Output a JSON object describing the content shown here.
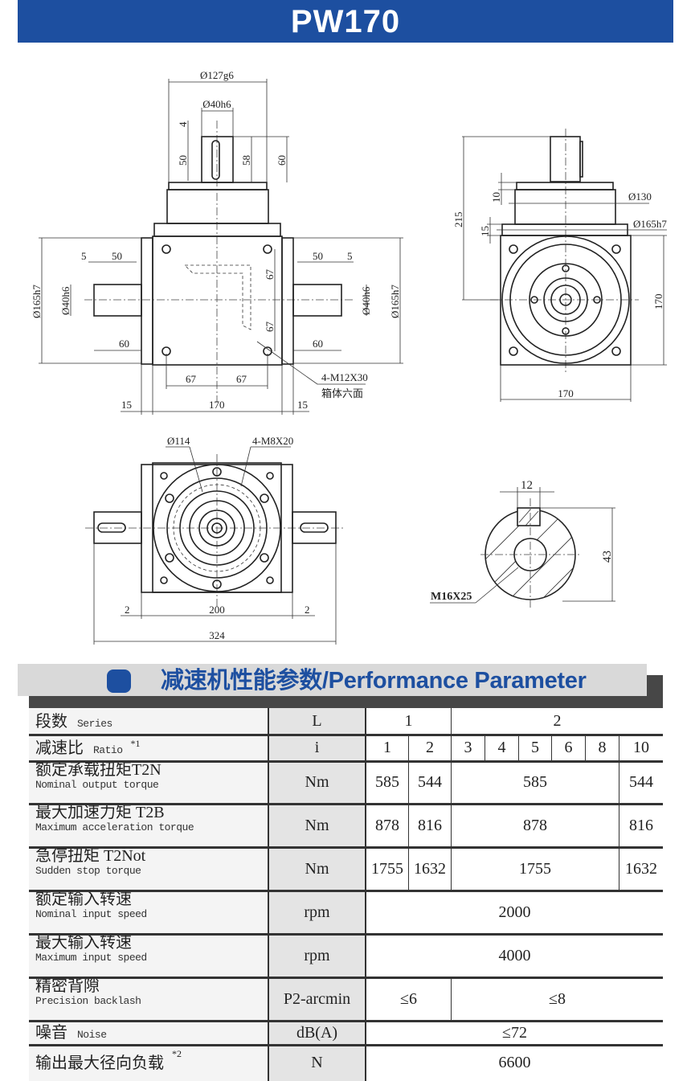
{
  "title": "PW170",
  "drawings": {
    "front": {
      "d_flange": "Ø127g6",
      "d_shaft_top": "Ø40h6",
      "key_offset": "4",
      "key_len": "50",
      "shaft_58": "58",
      "shaft_60": "60",
      "left_5": "5",
      "left_50": "50",
      "left_d_shaft": "Ø40h6",
      "left_d_flange": "Ø165h7",
      "left_60": "60",
      "right_50": "50",
      "right_5": "5",
      "right_d_shaft": "Ø40h6",
      "right_d_flange": "Ø165h7",
      "right_60": "60",
      "v67a": "67",
      "v67b": "67",
      "h67a": "67",
      "h67b": "67",
      "bolt_note": "4-M12X30",
      "bolt_note2": "箱体六面",
      "w15a": "15",
      "w170": "170",
      "w15b": "15"
    },
    "side": {
      "h215": "215",
      "h10": "10",
      "d130": "Ø130",
      "h15": "15",
      "d165": "Ø165h7",
      "v170": "170",
      "w170": "170"
    },
    "bottom": {
      "d114": "Ø114",
      "thread": "4-M8X20",
      "g2a": "2",
      "w200": "200",
      "g2b": "2",
      "w324": "324"
    },
    "section": {
      "key_w": "12",
      "h43": "43",
      "thread": "M16X25"
    }
  },
  "section_header": "减速机性能参数/Performance Parameter",
  "table": {
    "rows": [
      {
        "cn": "段数",
        "en": "Series",
        "unit": "L",
        "cells": [
          "1",
          "2"
        ],
        "layout": "series"
      },
      {
        "cn": "减速比",
        "en": "Ratio",
        "note": "*1",
        "unit": "i",
        "cells": [
          "1",
          "2",
          "3",
          "4",
          "5",
          "6",
          "8",
          "10"
        ],
        "layout": "ratio"
      },
      {
        "cn": "额定承载扭矩T2N",
        "en": "Nominal output torque",
        "unit": "Nm",
        "cells": [
          "585",
          "544",
          "585",
          "544"
        ],
        "layout": "four"
      },
      {
        "cn": "最大加速力矩 T2B",
        "en": "Maximum acceleration torque",
        "unit": "Nm",
        "cells": [
          "878",
          "816",
          "878",
          "816"
        ],
        "layout": "four"
      },
      {
        "cn": "急停扭矩 T2Not",
        "en": "Sudden stop torque",
        "unit": "Nm",
        "cells": [
          "1755",
          "1632",
          "1755",
          "1632"
        ],
        "layout": "four"
      },
      {
        "cn": "额定输入转速",
        "en": "Nominal input speed",
        "unit": "rpm",
        "cells": [
          "2000"
        ],
        "layout": "one"
      },
      {
        "cn": "最大输入转速",
        "en": "Maximum input speed",
        "unit": "rpm",
        "cells": [
          "4000"
        ],
        "layout": "one"
      },
      {
        "cn": "精密背隙",
        "en": "Precision backlash",
        "unit": "P2-arcmin",
        "cells": [
          "≤6",
          "≤8"
        ],
        "layout": "series"
      },
      {
        "cn": "噪音",
        "en": "Noise",
        "unit": "dB(A)",
        "cells": [
          "≤72"
        ],
        "layout": "one"
      },
      {
        "cn": "输出最大径向负载",
        "en": "",
        "note": "*2",
        "unit": "N",
        "cells": [
          "6600"
        ],
        "layout": "one"
      }
    ]
  }
}
